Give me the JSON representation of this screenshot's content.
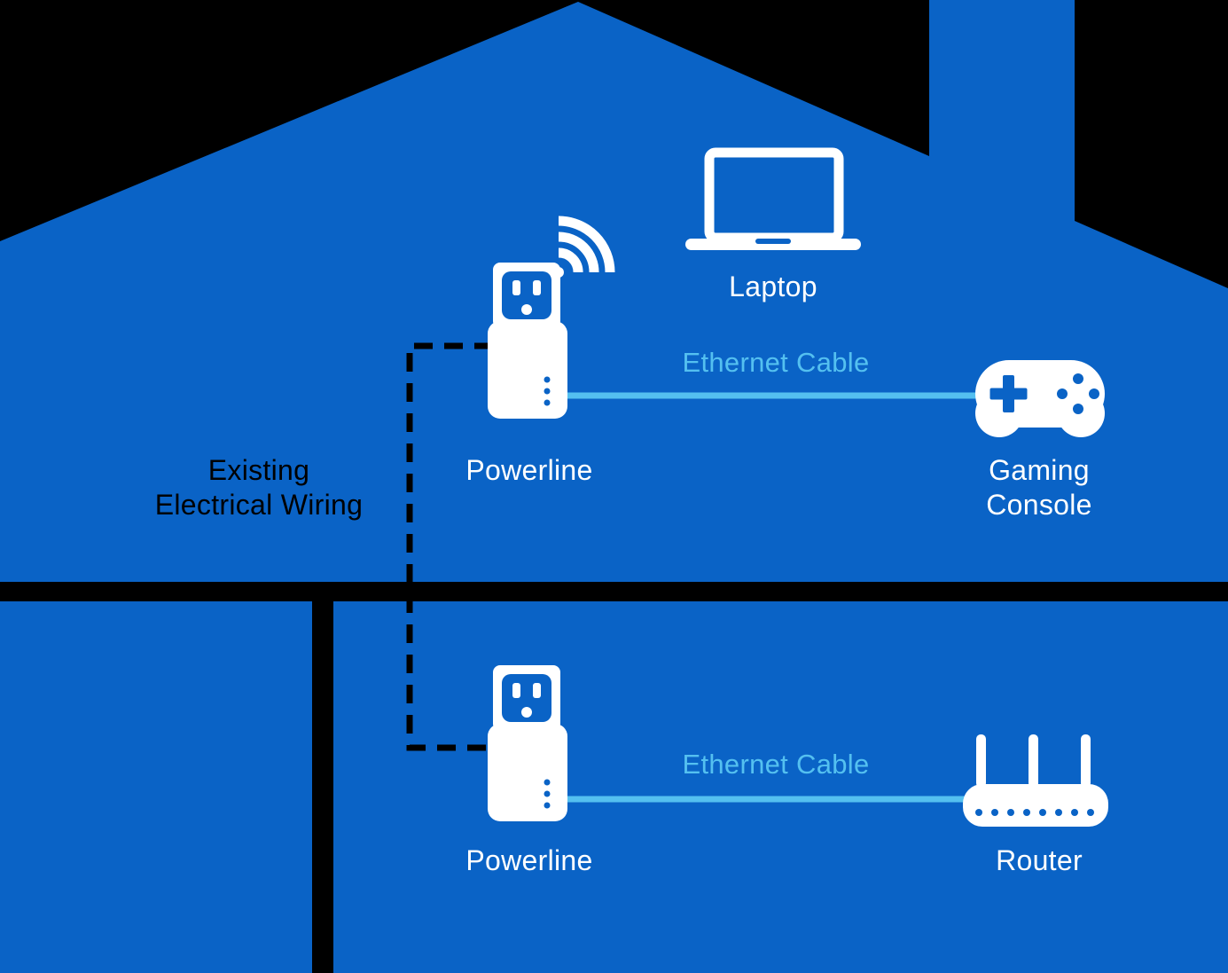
{
  "diagram": {
    "type": "powerline-home-network-diagram",
    "colors": {
      "house_blue": "#0A63C6",
      "cable_blue": "#54C0F0",
      "icon_white": "#FFFFFF",
      "background_black": "#000000",
      "wiring_black": "#000000"
    },
    "labels": {
      "laptop": "Laptop",
      "ethernet_cable_upper": "Ethernet Cable",
      "powerline_upper": "Powerline",
      "gaming_console": "Gaming\nConsole",
      "existing_wiring": "Existing\nElectrical Wiring",
      "ethernet_cable_lower": "Ethernet Cable",
      "powerline_lower": "Powerline",
      "router": "Router"
    },
    "icons": {
      "wifi": "wifi-icon",
      "laptop": "laptop-icon",
      "gaming_console": "gamepad-icon",
      "router": "router-icon",
      "powerline_adapter": "powerline-adapter-icon"
    }
  }
}
